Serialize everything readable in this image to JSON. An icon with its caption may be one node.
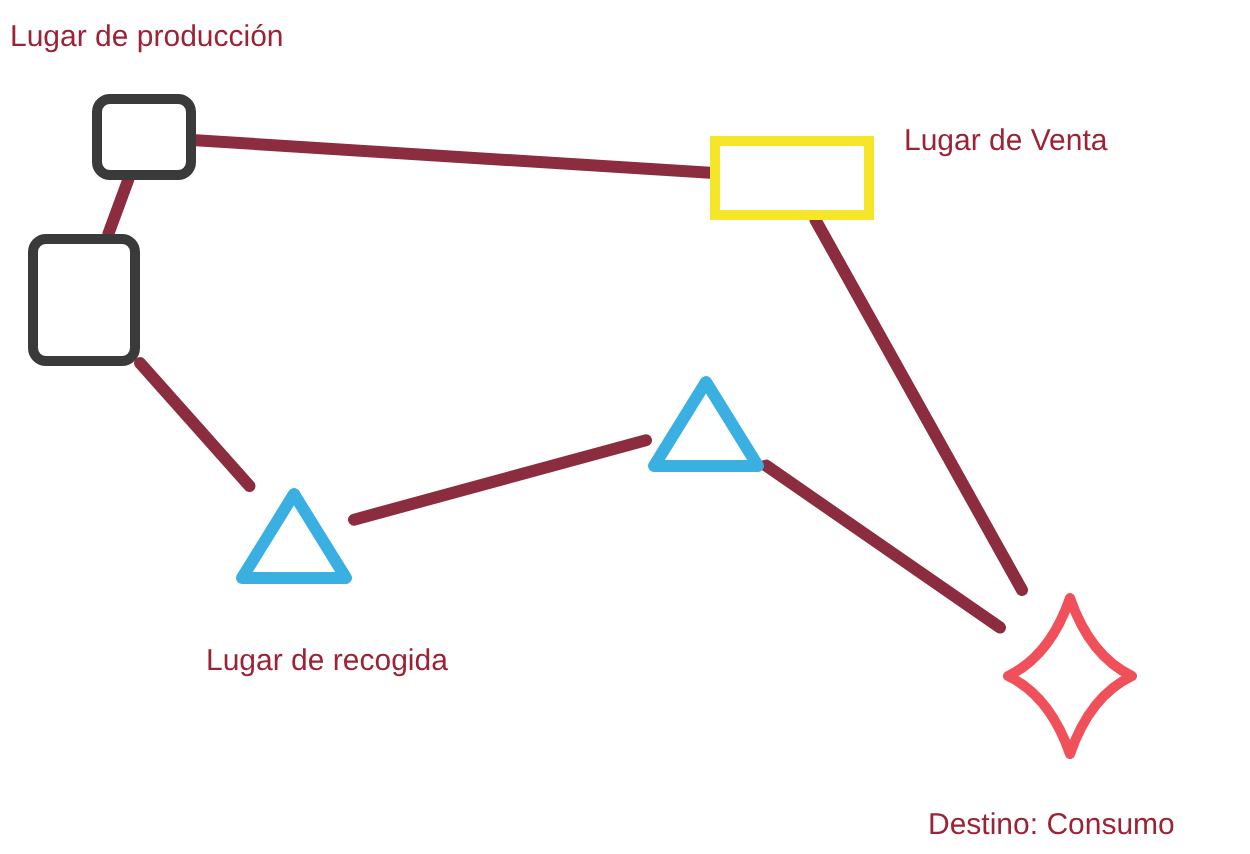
{
  "diagram": {
    "nodes": [
      {
        "text": [],
        "shape": "box",
        "beside": [
          "Lugar de producción"
        ]
      },
      {
        "text": [],
        "shape": "box"
      },
      {
        "text": [],
        "shape": "box",
        "beside": [
          "Lugar de Venta"
        ]
      },
      {
        "text": [],
        "shape": "triangle",
        "beside": [
          "Lugar de recogida"
        ]
      },
      {
        "text": [],
        "shape": "triangle"
      },
      {
        "text": [],
        "shape": "star",
        "beside": [
          "Destino: Consumo"
        ]
      }
    ],
    "edges": [
      {
        "from": 0,
        "to": 2,
        "arrow": "none"
      },
      {
        "from": 0,
        "to": 1,
        "arrow": "none"
      },
      {
        "from": 1,
        "to": 3,
        "arrow": "none"
      },
      {
        "from": 3,
        "to": 4,
        "arrow": "none"
      },
      {
        "from": 4,
        "to": 5,
        "arrow": "none"
      },
      {
        "from": 2,
        "to": 5,
        "arrow": "none"
      }
    ]
  }
}
